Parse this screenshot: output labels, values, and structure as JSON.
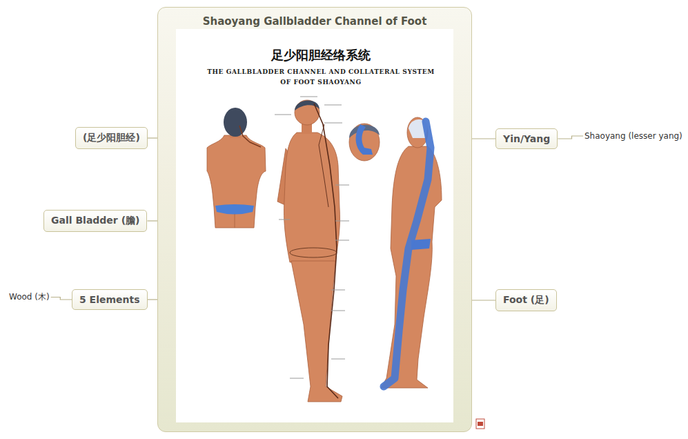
{
  "diagram": {
    "title": "Shaoyang Gallbladder Channel of Foot",
    "nodes": [
      {
        "text": [
          "Shaoyang Gallbladder Channel of Foot"
        ]
      },
      {
        "text": [
          "(足少阳胆经)"
        ]
      },
      {
        "text": [
          "Gall Bladder (膽)"
        ]
      },
      {
        "text": [
          "5 Elements"
        ]
      },
      {
        "text": [
          "Wood (木)"
        ]
      },
      {
        "text": [
          "Yin/Yang"
        ]
      },
      {
        "text": [
          "Shaoyang (lesser yang)"
        ]
      },
      {
        "text": [
          "Foot (足)"
        ]
      }
    ],
    "edges": [
      {
        "from": 0,
        "to": 1,
        "arrow": "none"
      },
      {
        "from": 0,
        "to": 2,
        "arrow": "none"
      },
      {
        "from": 0,
        "to": 3,
        "arrow": "none"
      },
      {
        "from": 3,
        "to": 4,
        "arrow": "none"
      },
      {
        "from": 0,
        "to": 5,
        "arrow": "none"
      },
      {
        "from": 5,
        "to": 6,
        "arrow": "none"
      },
      {
        "from": 0,
        "to": 7,
        "arrow": "none"
      }
    ],
    "labels": [
      "足少阳胆经络系统",
      "THE GALLBLADDER CHANNEL AND COLLATERAL SYSTEM OF FOOT SHAOYANG"
    ]
  }
}
